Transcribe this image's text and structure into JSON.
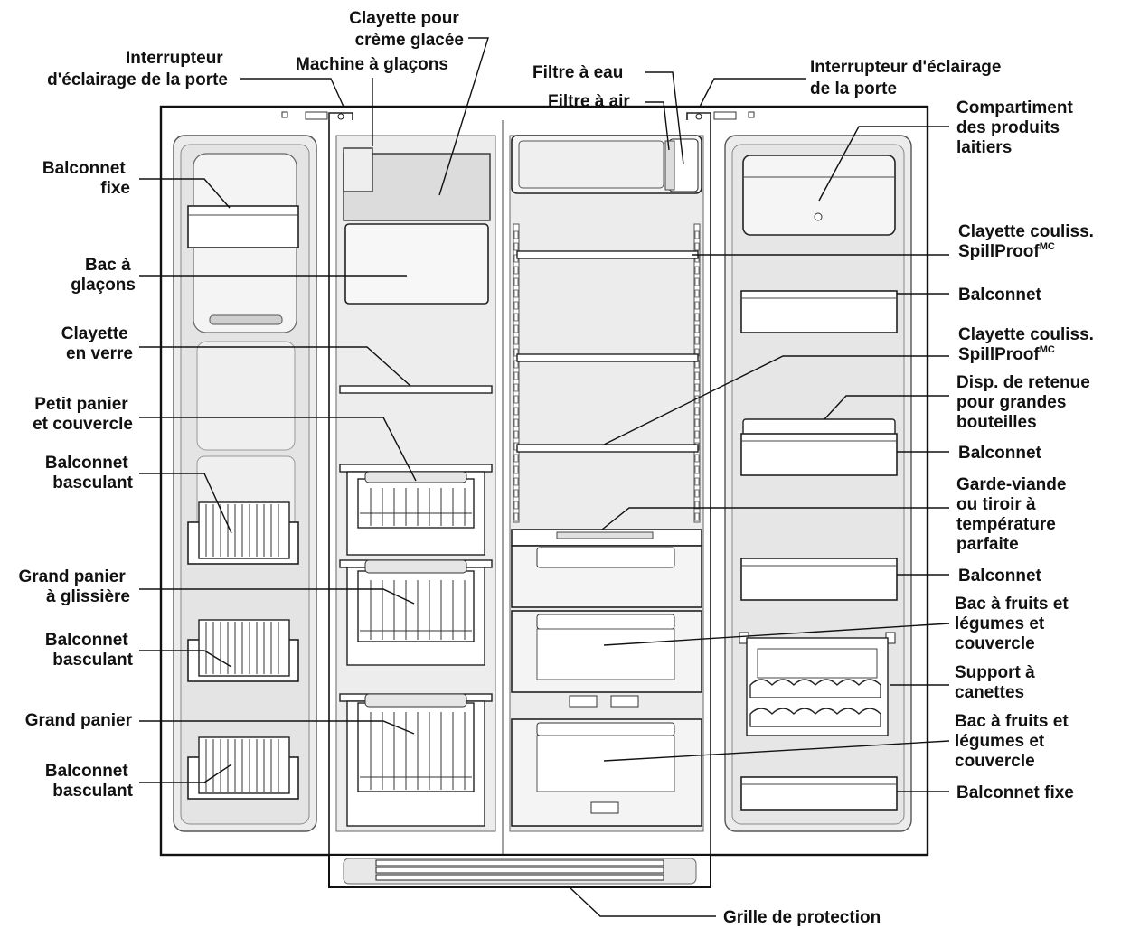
{
  "labels": {
    "interrupteur_gauche": [
      "Interrupteur",
      "d'éclairage de la porte"
    ],
    "clayette_creme": [
      "Clayette pour",
      "crème glacée"
    ],
    "machine_glacons": [
      "Machine à glaçons"
    ],
    "filtre_eau": [
      "Filtre à eau"
    ],
    "filtre_air": [
      "Filtre à air"
    ],
    "interrupteur_droit": [
      "Interrupteur d'éclairage",
      "de la porte"
    ],
    "compartiment_laitiers": [
      "Compartiment",
      "des produits",
      "laitiers"
    ],
    "balconnet_fixe_gauche": [
      "Balconnet",
      "fixe"
    ],
    "bac_glacons": [
      "Bac à",
      "glaçons"
    ],
    "clayette_verre": [
      "Clayette",
      "en verre"
    ],
    "petit_panier": [
      "Petit panier",
      "et couvercle"
    ],
    "balconnet_basculant_1": [
      "Balconnet",
      "basculant"
    ],
    "grand_panier_glissiere": [
      "Grand panier",
      "à glissière"
    ],
    "balconnet_basculant_2": [
      "Balconnet",
      "basculant"
    ],
    "grand_panier": [
      "Grand panier"
    ],
    "balconnet_basculant_3": [
      "Balconnet",
      "basculant"
    ],
    "clayette_spillproof_1": [
      "Clayette couliss.",
      "SpillProof"
    ],
    "balconnet_1": [
      "Balconnet"
    ],
    "clayette_spillproof_2": [
      "Clayette couliss.",
      "SpillProof"
    ],
    "disp_retenue": [
      "Disp. de retenue",
      "pour grandes",
      "bouteilles"
    ],
    "balconnet_2": [
      "Balconnet"
    ],
    "garde_viande": [
      "Garde-viande",
      "ou tiroir à",
      "température",
      "parfaite"
    ],
    "balconnet_3": [
      "Balconnet"
    ],
    "bac_fruits_1": [
      "Bac à fruits et",
      "légumes et",
      "couvercle"
    ],
    "support_canettes": [
      "Support à",
      "canettes"
    ],
    "bac_fruits_2": [
      "Bac à fruits et",
      "légumes et",
      "couvercle"
    ],
    "balconnet_fixe_droit": [
      "Balconnet fixe"
    ],
    "grille": [
      "Grille de protection"
    ]
  },
  "trademark": "MC"
}
